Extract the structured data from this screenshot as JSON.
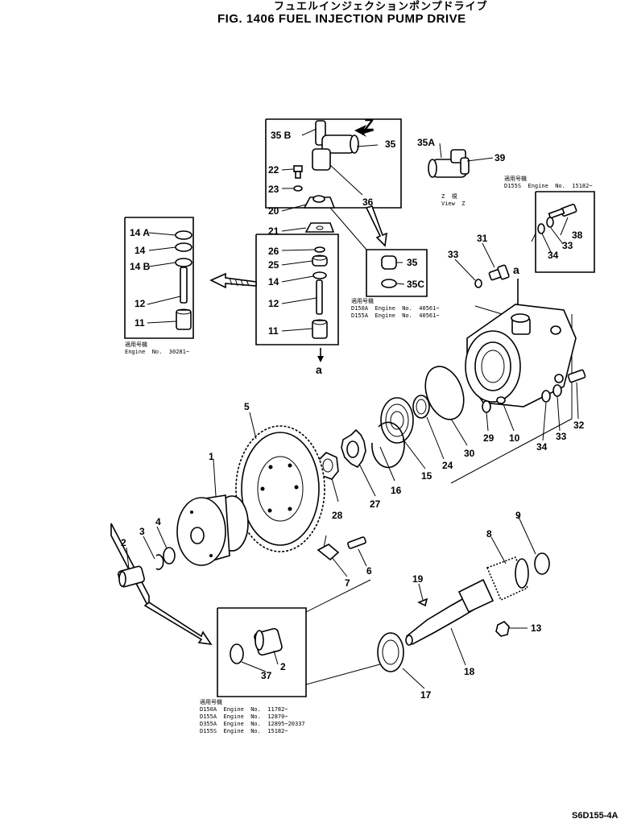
{
  "header": {
    "title_jp": "フュエルインジェクションポンプドライブ",
    "title_en": "FIG. 1406  FUEL INJECTION PUMP DRIVE"
  },
  "labels": [
    {
      "id": "1",
      "text": "1"
    },
    {
      "id": "2a",
      "text": "2"
    },
    {
      "id": "2b",
      "text": "2"
    },
    {
      "id": "3",
      "text": "3"
    },
    {
      "id": "4",
      "text": "4"
    },
    {
      "id": "5",
      "text": "5"
    },
    {
      "id": "6",
      "text": "6"
    },
    {
      "id": "7",
      "text": "7"
    },
    {
      "id": "8",
      "text": "8"
    },
    {
      "id": "9",
      "text": "9"
    },
    {
      "id": "10",
      "text": "10"
    },
    {
      "id": "11a",
      "text": "11"
    },
    {
      "id": "11b",
      "text": "11"
    },
    {
      "id": "12a",
      "text": "12"
    },
    {
      "id": "12b",
      "text": "12"
    },
    {
      "id": "13",
      "text": "13"
    },
    {
      "id": "14a",
      "text": "14"
    },
    {
      "id": "14b",
      "text": "14"
    },
    {
      "id": "14A",
      "text": "14 A"
    },
    {
      "id": "14B",
      "text": "14 B"
    },
    {
      "id": "15",
      "text": "15"
    },
    {
      "id": "16",
      "text": "16"
    },
    {
      "id": "17",
      "text": "17"
    },
    {
      "id": "18",
      "text": "18"
    },
    {
      "id": "19",
      "text": "19"
    },
    {
      "id": "20",
      "text": "20"
    },
    {
      "id": "21",
      "text": "21"
    },
    {
      "id": "22",
      "text": "22"
    },
    {
      "id": "23",
      "text": "23"
    },
    {
      "id": "24",
      "text": "24"
    },
    {
      "id": "25",
      "text": "25"
    },
    {
      "id": "26",
      "text": "26"
    },
    {
      "id": "27",
      "text": "27"
    },
    {
      "id": "28",
      "text": "28"
    },
    {
      "id": "29",
      "text": "29"
    },
    {
      "id": "30",
      "text": "30"
    },
    {
      "id": "31",
      "text": "31"
    },
    {
      "id": "32",
      "text": "32"
    },
    {
      "id": "33a",
      "text": "33"
    },
    {
      "id": "33b",
      "text": "33"
    },
    {
      "id": "33c",
      "text": "33"
    },
    {
      "id": "34a",
      "text": "34"
    },
    {
      "id": "34b",
      "text": "34"
    },
    {
      "id": "35a",
      "text": "35"
    },
    {
      "id": "35b",
      "text": "35"
    },
    {
      "id": "35A",
      "text": "35A"
    },
    {
      "id": "35B",
      "text": "35 B"
    },
    {
      "id": "35C",
      "text": "35C"
    },
    {
      "id": "36",
      "text": "36"
    },
    {
      "id": "37",
      "text": "37"
    },
    {
      "id": "38",
      "text": "38"
    },
    {
      "id": "39",
      "text": "39"
    },
    {
      "id": "a1",
      "text": "a"
    },
    {
      "id": "a2",
      "text": "a"
    },
    {
      "id": "Z",
      "text": "Z"
    }
  ],
  "notes": {
    "view_z": "Z  視\nView  Z",
    "engine_30281": "適用号機\nEngine  No.  30281~",
    "engine_40561": "適用号機\nD150A  Engine  No.  40561~\nD155A  Engine  No.  40561~",
    "engine_d155s": "適用号機\nD155S  Engine  No.  15182~",
    "engine_bottom": "適用号機\nD150A  Engine  No.  11782~\nD155A  Engine  No.  12870~\nD355A  Engine  No.  12895~20337\nD155S  Engine  No.  15182~"
  },
  "footer": {
    "drawing_code": "S6D155-4A"
  }
}
